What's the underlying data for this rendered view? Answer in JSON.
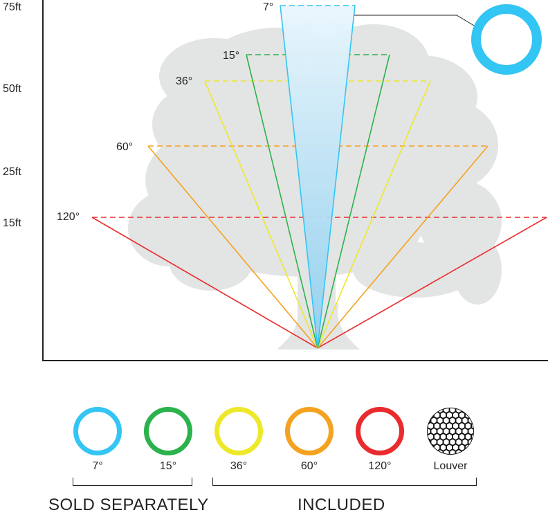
{
  "colors": {
    "lens_7": "#33C5F3",
    "lens_15": "#2BB24C",
    "lens_36": "#EEE82A",
    "lens_60": "#F4A21F",
    "lens_120": "#EA2B2D",
    "tree": "#E3E4E4",
    "axis": "#222222"
  },
  "y_axis": {
    "ticks": [
      "75ft",
      "50ft",
      "25ft",
      "15ft"
    ]
  },
  "beams": [
    {
      "label": "7°",
      "degrees": 7,
      "color": "#33C5F3"
    },
    {
      "label": "15°",
      "degrees": 15,
      "color": "#2BB24C"
    },
    {
      "label": "36°",
      "degrees": 36,
      "color": "#EEE82A"
    },
    {
      "label": "60°",
      "degrees": 60,
      "color": "#F4A21F"
    },
    {
      "label": "120°",
      "degrees": 120,
      "color": "#EA2B2D"
    }
  ],
  "legend": {
    "lenses": [
      {
        "label": "7°",
        "icon": "ring",
        "color": "#33C5F3"
      },
      {
        "label": "15°",
        "icon": "ring",
        "color": "#2BB24C"
      },
      {
        "label": "36°",
        "icon": "ring",
        "color": "#EEE82A"
      },
      {
        "label": "60°",
        "icon": "ring",
        "color": "#F4A21F"
      },
      {
        "label": "120°",
        "icon": "ring",
        "color": "#EA2B2D"
      },
      {
        "label": "Louver",
        "icon": "honeycomb-louver",
        "color": "#111111"
      }
    ],
    "groups": {
      "sold_separately": "SOLD SEPARATELY",
      "included": "INCLUDED"
    }
  }
}
